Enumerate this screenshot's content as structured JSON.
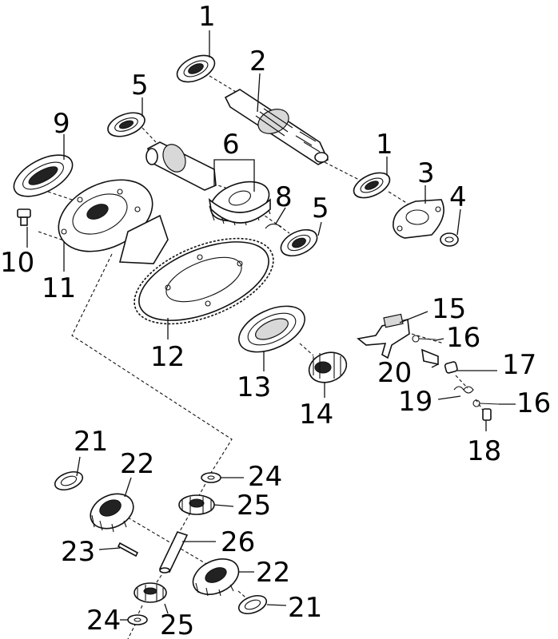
{
  "callouts": [
    {
      "key": "c1a",
      "text": "1"
    },
    {
      "key": "c2",
      "text": "2"
    },
    {
      "key": "c5a",
      "text": "5"
    },
    {
      "key": "c9",
      "text": "9"
    },
    {
      "key": "c6",
      "text": "6"
    },
    {
      "key": "c1b",
      "text": "1"
    },
    {
      "key": "c3",
      "text": "3"
    },
    {
      "key": "c8",
      "text": "8"
    },
    {
      "key": "c5b",
      "text": "5"
    },
    {
      "key": "c4",
      "text": "4"
    },
    {
      "key": "c10",
      "text": "10"
    },
    {
      "key": "c11",
      "text": "11"
    },
    {
      "key": "c15",
      "text": "15"
    },
    {
      "key": "c16a",
      "text": "16"
    },
    {
      "key": "c12",
      "text": "12"
    },
    {
      "key": "c20",
      "text": "20"
    },
    {
      "key": "c17",
      "text": "17"
    },
    {
      "key": "c13",
      "text": "13"
    },
    {
      "key": "c19",
      "text": "19"
    },
    {
      "key": "c16b",
      "text": "16"
    },
    {
      "key": "c14",
      "text": "14"
    },
    {
      "key": "c18",
      "text": "18"
    },
    {
      "key": "c21a",
      "text": "21"
    },
    {
      "key": "c22a",
      "text": "22"
    },
    {
      "key": "c24a",
      "text": "24"
    },
    {
      "key": "c25a",
      "text": "25"
    },
    {
      "key": "c26",
      "text": "26"
    },
    {
      "key": "c23",
      "text": "23"
    },
    {
      "key": "c22b",
      "text": "22"
    },
    {
      "key": "c21b",
      "text": "21"
    },
    {
      "key": "c24b",
      "text": "24"
    },
    {
      "key": "c25b",
      "text": "25"
    }
  ]
}
